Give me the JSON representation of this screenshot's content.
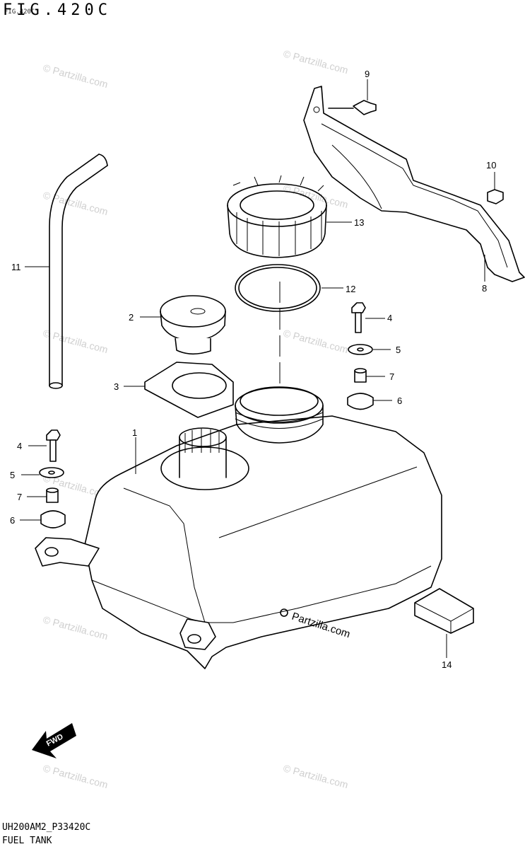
{
  "figure": {
    "title": "FIG.420C",
    "title_small": "FIG.420C",
    "code": "UH200AM2_P33420C",
    "name": "FUEL TANK"
  },
  "parts": [
    {
      "id": "1",
      "label": "1"
    },
    {
      "id": "2",
      "label": "2"
    },
    {
      "id": "3",
      "label": "3"
    },
    {
      "id": "4",
      "label": "4"
    },
    {
      "id": "5",
      "label": "5"
    },
    {
      "id": "6",
      "label": "6"
    },
    {
      "id": "7",
      "label": "7"
    },
    {
      "id": "8",
      "label": "8"
    },
    {
      "id": "9",
      "label": "9"
    },
    {
      "id": "10",
      "label": "10"
    },
    {
      "id": "11",
      "label": "11"
    },
    {
      "id": "12",
      "label": "12"
    },
    {
      "id": "13",
      "label": "13"
    },
    {
      "id": "14",
      "label": "14"
    }
  ],
  "fwd_label": "FWD",
  "watermark": "© Partzilla.com",
  "watermark_center": "Partzilla.com"
}
